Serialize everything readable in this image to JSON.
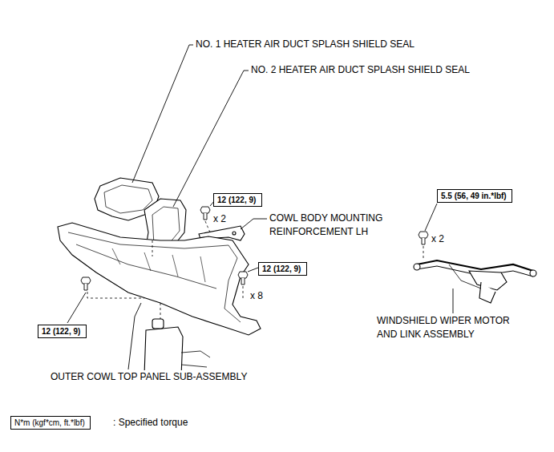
{
  "diagram": {
    "nodes": [
      {
        "text": [
          "12 (122, 9)"
        ]
      },
      {
        "text": [
          "5.5 (56, 49 in.*lbf)"
        ]
      },
      {
        "text": [
          "12 (122, 9)"
        ]
      },
      {
        "text": [
          "12 (122, 9)"
        ]
      },
      {
        "text": [
          "N*m (kgf*cm, ft.*lbf)"
        ]
      }
    ],
    "labels": [
      "NO. 1 HEATER AIR DUCT SPLASH SHIELD SEAL",
      "NO. 2 HEATER AIR DUCT SPLASH SHIELD SEAL",
      "x 2",
      "COWL BODY MOUNTING REINFORCEMENT LH",
      "x 2",
      "x 8",
      "WINDSHIELD WIPER MOTOR AND LINK ASSEMBLY",
      "OUTER COWL TOP PANEL SUB-ASSEMBLY",
      ": Specified torque"
    ]
  }
}
